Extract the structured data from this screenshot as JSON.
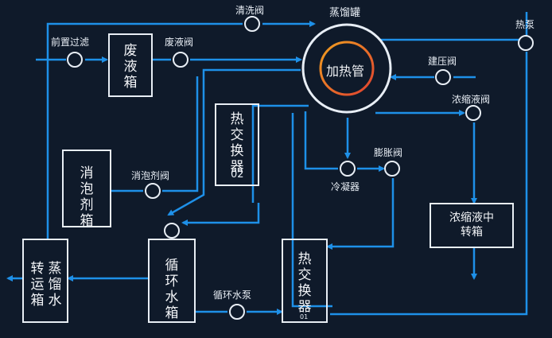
{
  "diagram": {
    "boxes": {
      "waste_tank": "废液箱",
      "antifoam_tank": "消泡剂箱",
      "heat_exchanger_02": "热交换器",
      "heat_exchanger_02_tag": "02",
      "circ_water_tank": "循环水箱",
      "distill_transfer_tank_col1": "转运箱",
      "distill_transfer_tank_col2": "蒸馏水",
      "heat_exchanger_main": "热交换器",
      "heat_exchanger_main_tag": "01",
      "concentrate_transfer_tank": "浓缩液中转箱"
    },
    "vessel": {
      "title": "蒸馏罐",
      "inner": "加热管"
    },
    "labels": {
      "pre_filter": "前置过滤",
      "wash_valve": "清洗阀",
      "waste_valve": "废液阀",
      "hot_pump": "热泵",
      "pressure_valve": "建压阀",
      "concentrate_valve": "浓缩液阀",
      "expansion_valve": "膨胀阀",
      "condenser": "冷凝器",
      "antifoam_valve": "消泡剂阀",
      "circ_pump": "循环水泵"
    },
    "colors": {
      "flow": "#1e90e8",
      "box": "#e8eef5",
      "background": "#0f1a2a",
      "ring_orange": "#f0a020",
      "ring_red": "#e04030"
    }
  }
}
